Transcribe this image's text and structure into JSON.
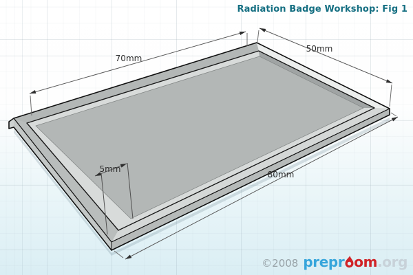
{
  "title": "Radiation Badge Workshop: Fig 1",
  "dims": {
    "d70": {
      "label": "70mm"
    },
    "d50": {
      "label": "50mm"
    },
    "d80": {
      "label": "80mm"
    },
    "d5": {
      "label": "5mm"
    }
  },
  "watermark": {
    "copyright": "©2008",
    "brand_part1": "prepr",
    "brand_part2": "om",
    "brand_suffix": ".org"
  },
  "colors": {
    "title_teal": "#156f82",
    "logo_blue": "#36a5db",
    "logo_red": "#d02327",
    "logo_suffix_gray": "#c8d2d9",
    "copyright_gray": "#98a2a7",
    "background_tint": "#daeef4",
    "tray_surface_gray": "#b3b7b6",
    "tray_rim_highlight": "#eceeed",
    "tray_wall_light": "#d8dbda",
    "tray_wall_shaded": "#a0a4a4",
    "outline_black": "#141414",
    "dimension_line_gray": "#5a5a5a"
  }
}
